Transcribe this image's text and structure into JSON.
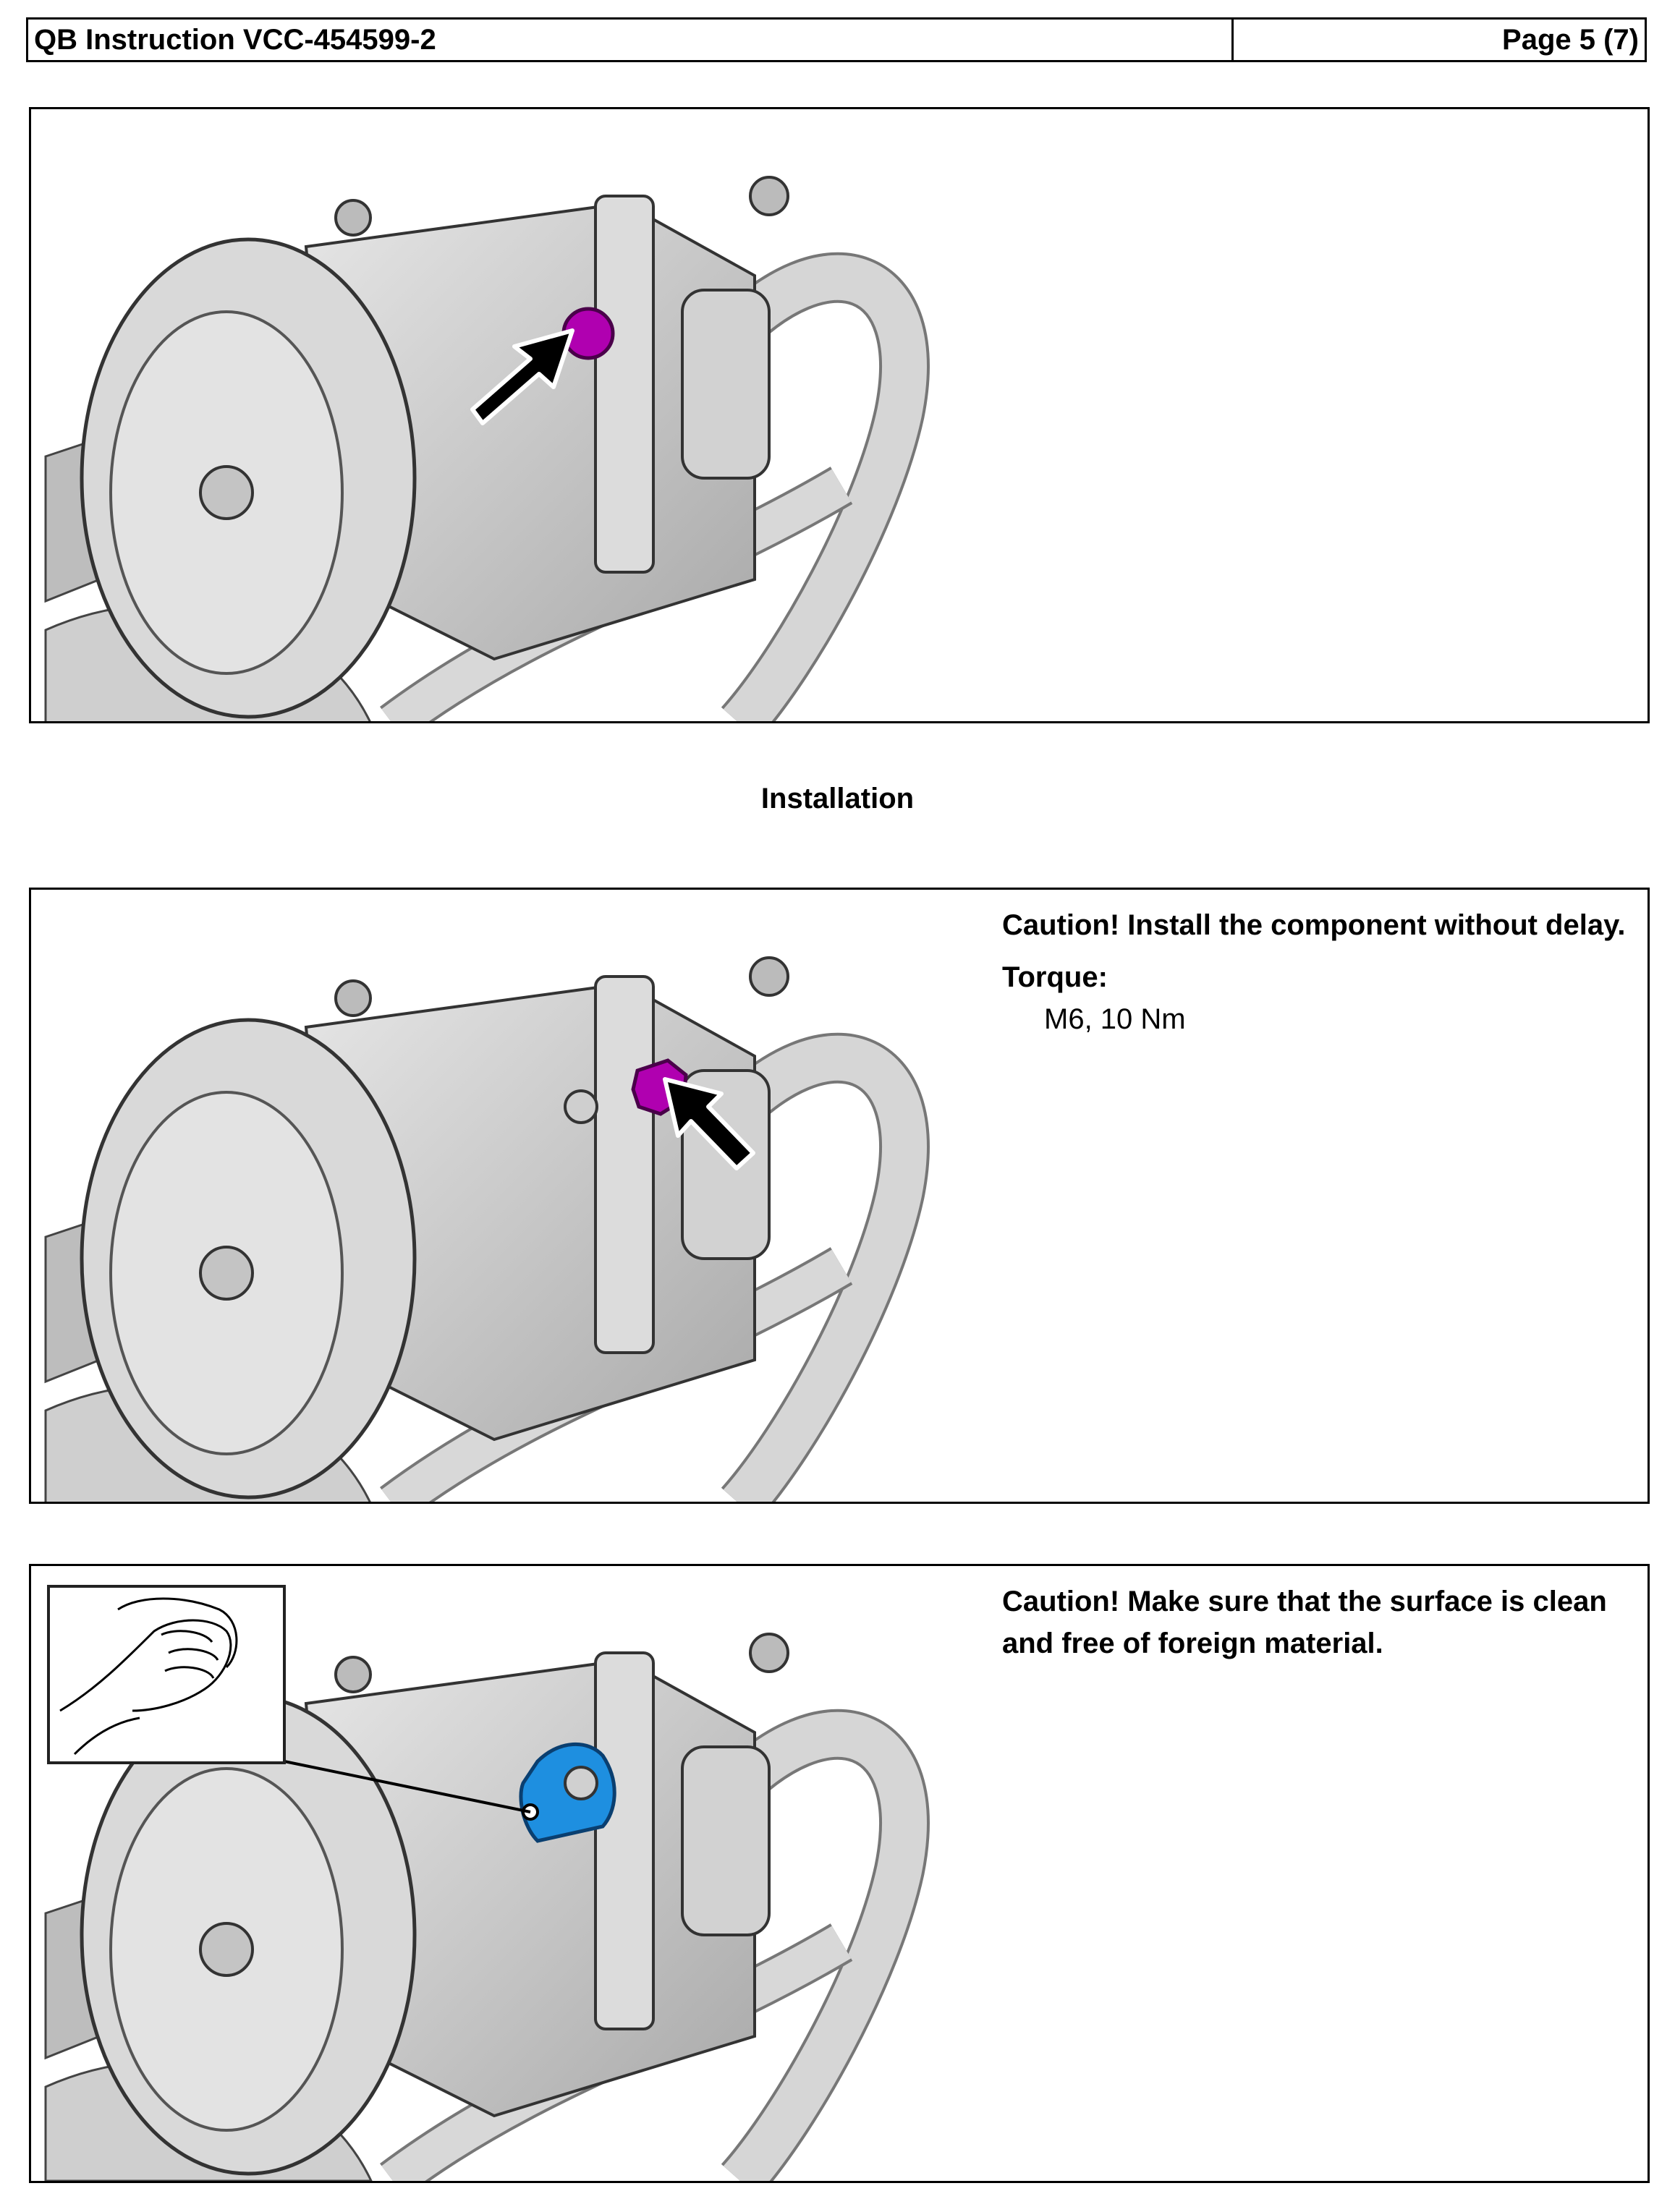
{
  "header": {
    "doc_title": "QB Instruction VCC-454599-2",
    "page": "Page 5 (7)"
  },
  "section": {
    "title": "Installation"
  },
  "steps": [
    {
      "caution": "",
      "torque_label": "",
      "torque_value": ""
    },
    {
      "caution": "Caution!  Install the component without delay.",
      "torque_label": "Torque:",
      "torque_value": "M6, 10 Nm"
    },
    {
      "caution": "Caution!  Make sure that the surface is clean and free of foreign material.",
      "torque_label": "",
      "torque_value": ""
    }
  ],
  "icons": {
    "arrow": "black-arrow-icon",
    "part_highlight_1": "magenta-plug-highlight",
    "part_highlight_2": "magenta-fitting-highlight",
    "part_highlight_3": "blue-surface-highlight",
    "inset": "hand-cleaning-icon"
  },
  "colors": {
    "highlight_magenta": "#b000b0",
    "highlight_blue": "#1e8fe0",
    "illustration_grey": "#c8c8c8"
  }
}
